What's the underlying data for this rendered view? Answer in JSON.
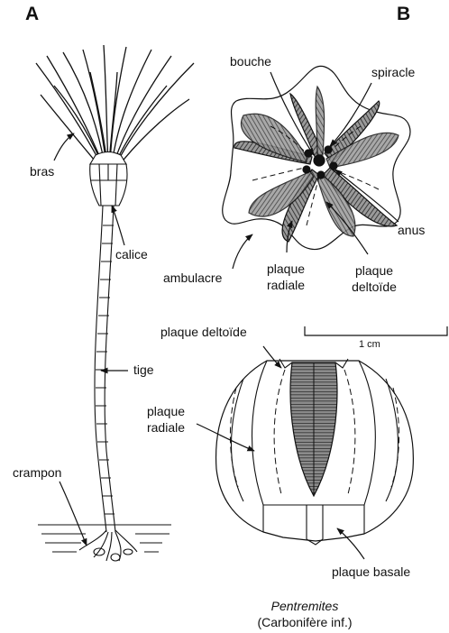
{
  "panels": {
    "a": "A",
    "b": "B"
  },
  "labels_a": {
    "bras": "bras",
    "calice": "calice",
    "tige": "tige",
    "crampon": "crampon"
  },
  "labels_b_top": {
    "bouche": "bouche",
    "spiracle": "spiracle",
    "anus": "anus",
    "ambulacre": "ambulacre",
    "plaque_radiale_1": "plaque",
    "plaque_radiale_2": "radiale",
    "plaque_deltoide_1": "plaque",
    "plaque_deltoide_2": "deltoïde"
  },
  "scale_bar": "1 cm",
  "labels_b_bottom": {
    "plaque_deltoide": "plaque deltoïde",
    "plaque_radiale_1": "plaque",
    "plaque_radiale_2": "radiale",
    "plaque_basale": "plaque basale"
  },
  "caption": {
    "genus": "Pentremites",
    "age": "(Carbonifère inf.)"
  },
  "colors": {
    "ink": "#111111",
    "shade": "#555555",
    "paper": "#ffffff"
  }
}
